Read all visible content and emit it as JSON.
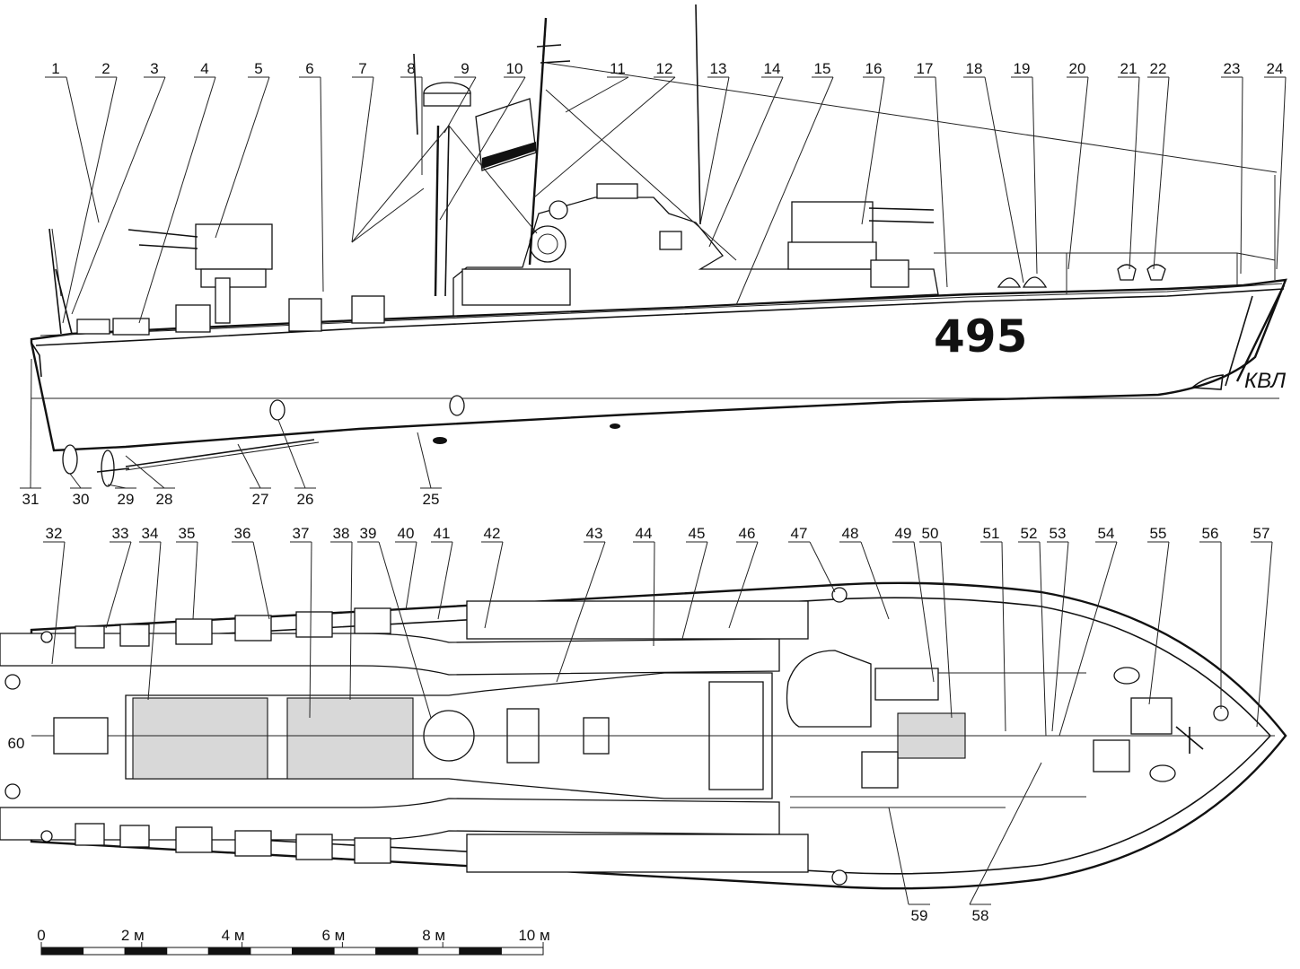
{
  "side_view": {
    "hull_number": "495",
    "waterline_label": "КВЛ",
    "callouts": [
      "1",
      "2",
      "3",
      "4",
      "5",
      "6",
      "7",
      "8",
      "9",
      "10",
      "11",
      "12",
      "13",
      "14",
      "15",
      "16",
      "17",
      "18",
      "19",
      "20",
      "21",
      "22",
      "23",
      "24",
      "25",
      "26",
      "27",
      "28",
      "29",
      "30",
      "31"
    ]
  },
  "plan_view": {
    "callouts": [
      "32",
      "33",
      "34",
      "35",
      "36",
      "37",
      "38",
      "39",
      "40",
      "41",
      "42",
      "43",
      "44",
      "45",
      "46",
      "47",
      "48",
      "49",
      "50",
      "51",
      "52",
      "53",
      "54",
      "55",
      "56",
      "57",
      "58",
      "59",
      "60"
    ]
  },
  "scale_bar": {
    "labels": [
      "0",
      "2 м",
      "4 м",
      "6 м",
      "8 м",
      "10 м"
    ],
    "segments": 12
  }
}
